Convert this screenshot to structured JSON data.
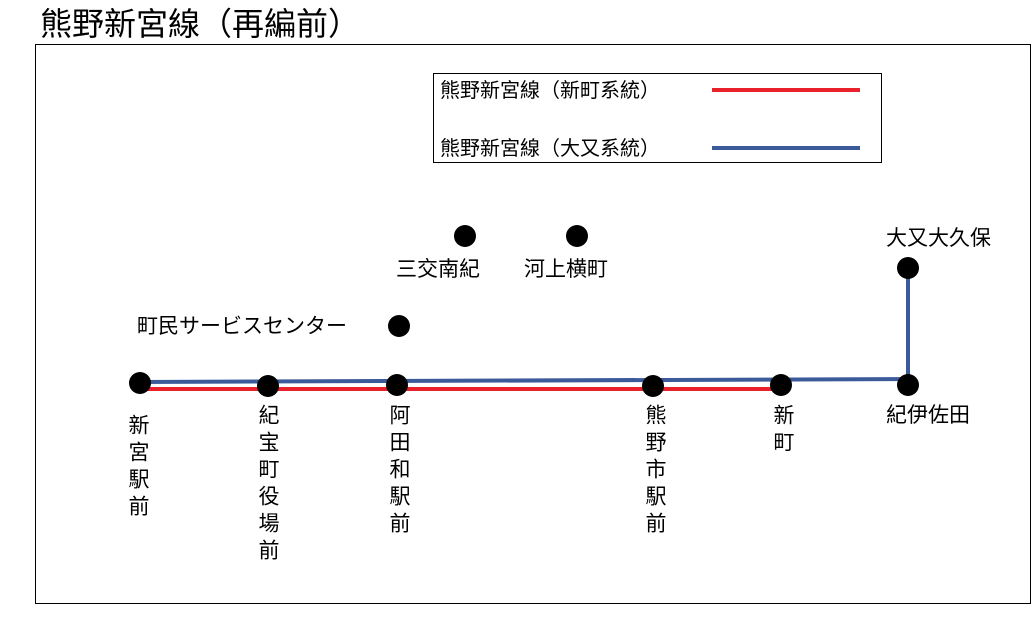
{
  "title": "熊野新宮線（再編前）",
  "legend": {
    "items": [
      {
        "label": "熊野新宮線（新町系統）",
        "color": "#e8212b"
      },
      {
        "label": "熊野新宮線（大又系統）",
        "color": "#3a5a9a"
      }
    ]
  },
  "stops": {
    "shingu_eki_mae": "新宮駅前",
    "kiho_yakuba_mae": "紀宝町役場前",
    "ada_wa_eki_mae": "阿田和駅前",
    "kumanoshi_eki_mae": "熊野市駅前",
    "shinmachi": "新町",
    "ki_isada": "紀伊佐田",
    "omata_okubo": "大又大久保",
    "chomin_service_center": "町民サービスセンター",
    "mikko_nanki": "三交南紀",
    "kawakami_yokomachi": "河上横町"
  }
}
